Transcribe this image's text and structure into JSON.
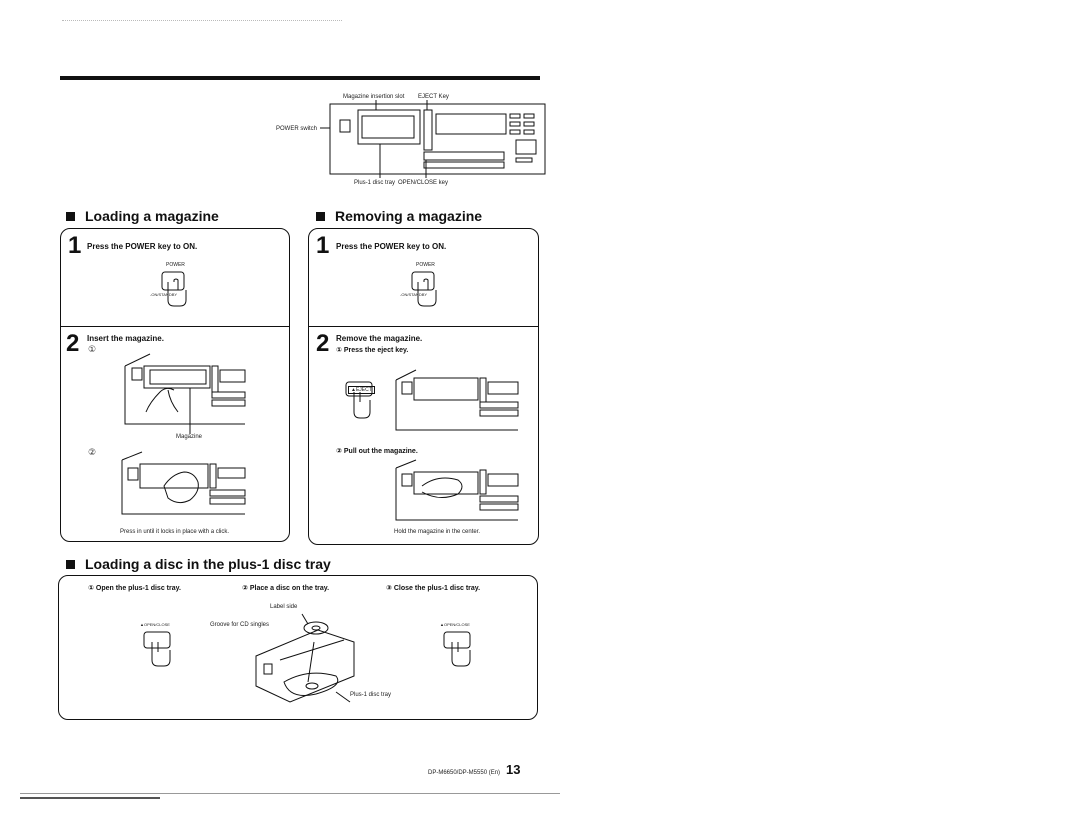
{
  "device_diagram": {
    "magazine_slot_label": "Magazine insertion slot",
    "eject_label": "EJECT Key",
    "power_switch_label": "POWER switch",
    "plus1_tray_label": "Plus-1 disc tray",
    "open_close_label": "OPEN/CLOSE key"
  },
  "loading": {
    "title": "Loading a magazine",
    "step1_num": "1",
    "step1_text": "Press the POWER key to ON.",
    "power_key_label": "POWER",
    "power_sub_label": "-ON/STANDBY",
    "step2_num": "2",
    "step2_text": "Insert the magazine.",
    "sub1": "①",
    "magazine_label": "Magazine",
    "sub2": "②",
    "caption": "Press in until it locks in place with a click."
  },
  "removing": {
    "title": "Removing a magazine",
    "step1_num": "1",
    "step1_text": "Press the POWER key to ON.",
    "power_key_label": "POWER",
    "power_sub_label": "-ON/STANDBY",
    "step2_num": "2",
    "step2_text": "Remove the magazine.",
    "sub1_text": "① Press the eject key.",
    "eject_key_label": "▲EJECT",
    "sub2_text": "② Pull out the magazine.",
    "caption": "Hold the magazine in the center."
  },
  "plus1": {
    "title": "Loading a disc in the plus-1 disc tray",
    "step1": "① Open the plus-1 disc tray.",
    "step2": "② Place a disc on the tray.",
    "step3": "③ Close the plus-1 disc tray.",
    "open_close_key": "▲OPEN/CLOSE",
    "label_side": "Label side",
    "groove_label": "Groove for CD singles",
    "tray_label": "Plus-1 disc tray"
  },
  "footer": {
    "model": "DP-M6650/DP-M5550 (En)",
    "page": "13"
  }
}
